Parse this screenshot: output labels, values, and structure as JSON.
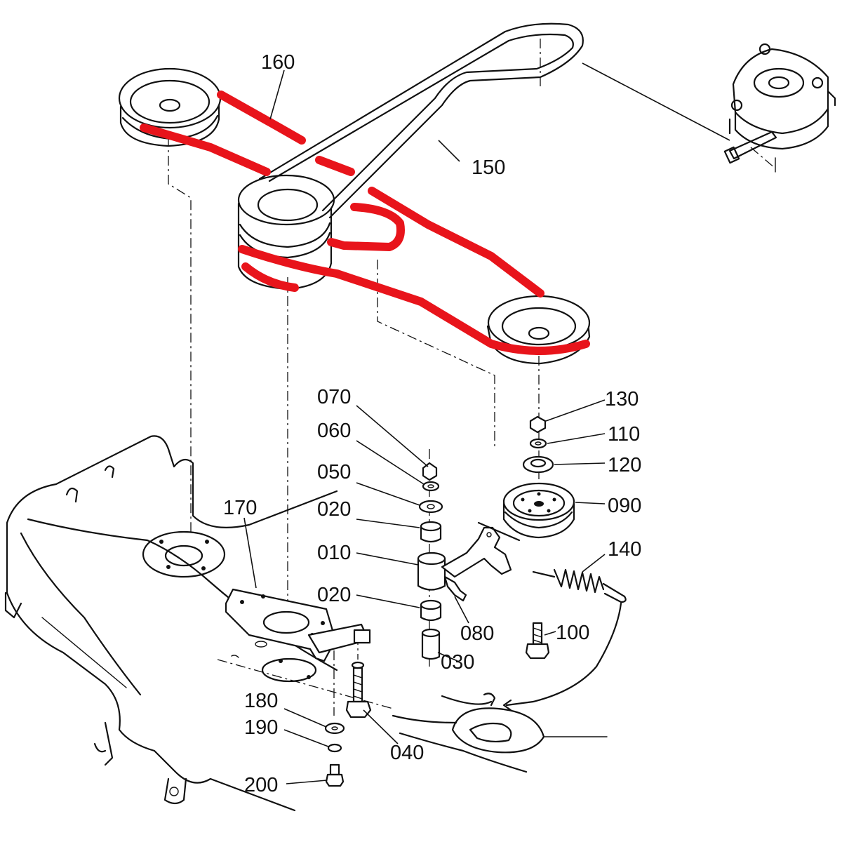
{
  "labels": {
    "p010": "010",
    "p020a": "020",
    "p020b": "020",
    "p030": "030",
    "p040": "040",
    "p050": "050",
    "p060": "060",
    "p070": "070",
    "p080": "080",
    "p090": "090",
    "p100": "100",
    "p110": "110",
    "p120": "120",
    "p130": "130",
    "p140": "140",
    "p150": "150",
    "p160": "160",
    "p170": "170",
    "p180": "180",
    "p190": "190",
    "p200": "200"
  },
  "colors": {
    "line": "#111111",
    "highlight_belt": "#e8141b",
    "background": "#ffffff"
  }
}
